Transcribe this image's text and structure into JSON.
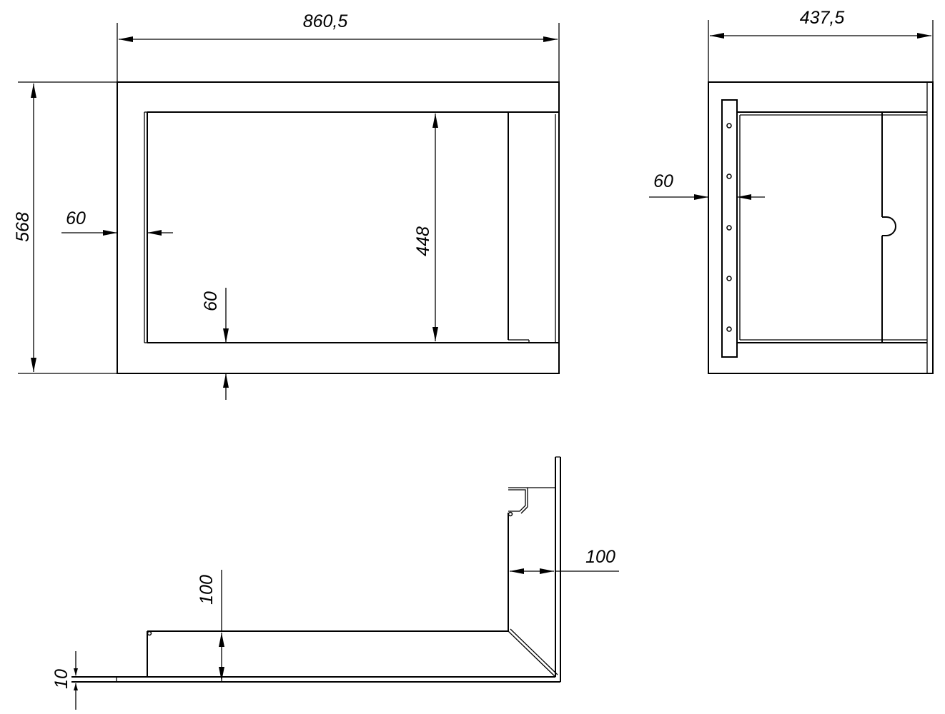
{
  "dimensions": {
    "front_width": "860,5",
    "front_height": "568",
    "front_inner_height": "448",
    "front_side_frame": "60",
    "front_bottom_frame": "60",
    "side_width": "437,5",
    "side_frame": "60",
    "plan_front_flange": "100",
    "plan_side_flange": "100",
    "plan_sheet": "10"
  }
}
